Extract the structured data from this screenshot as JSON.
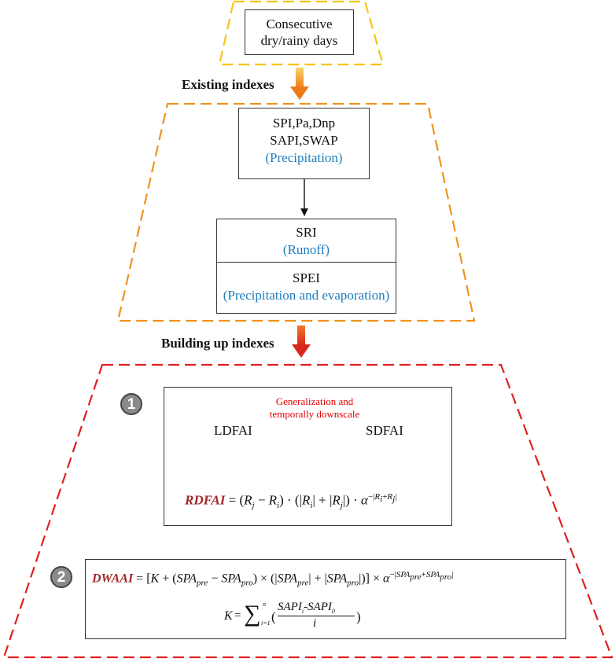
{
  "top": {
    "line1": "Consecutive",
    "line2": "dry/rainy days"
  },
  "existing_label": "Existing indexes",
  "precip_box": {
    "line1": "SPI,Pa,Dnp",
    "line2": "SAPI,SWAP",
    "line3": "(Precipitation)"
  },
  "sri_box": {
    "name": "SRI",
    "desc": "(Runoff)"
  },
  "spei_box": {
    "name": "SPEI",
    "desc": "(Precipitation and evaporation)"
  },
  "building_label": "Building up indexes",
  "section1": {
    "badge": "1",
    "arrow_text_line1": "Generalization and",
    "arrow_text_line2": "temporally downscale",
    "left_index": "LDFAI",
    "right_index": "SDFAI",
    "formula_name": "RDFAI"
  },
  "section2": {
    "badge": "2",
    "formula_name": "DWAAI"
  },
  "colors": {
    "yellow_dash": "#f5c518",
    "orange_dash": "#f0921e",
    "red_dash": "#e02020",
    "blue_text": "#1f7dbd",
    "formula_name": "#a0282a"
  }
}
